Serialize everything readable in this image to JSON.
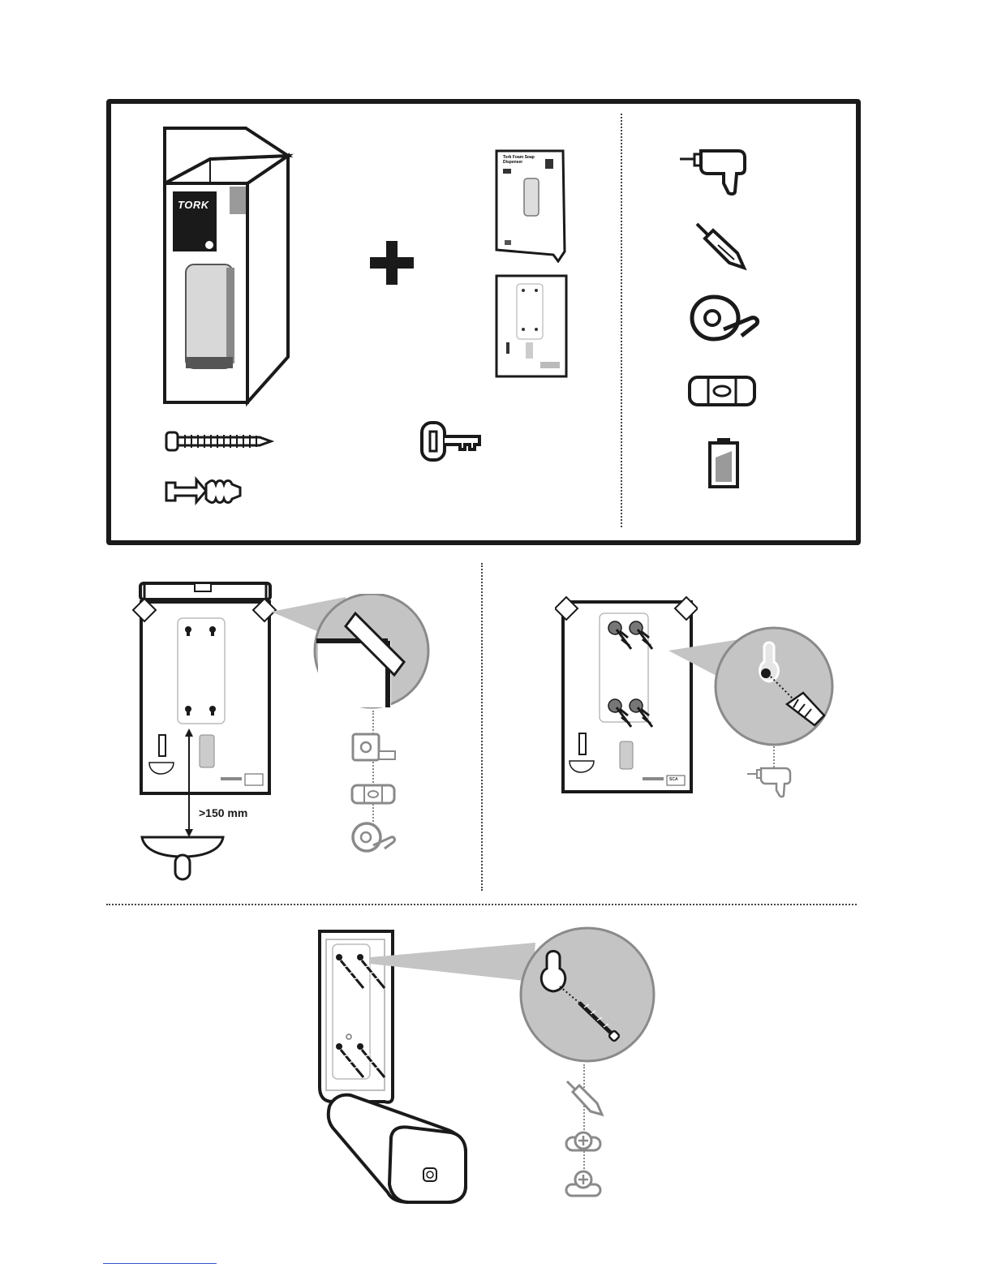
{
  "box": {
    "brand_label": "TORK"
  },
  "manual": {
    "title_line1": "Tork Foam Soap",
    "title_line2": "Dispenser"
  },
  "step1": {
    "clearance_label": ">150 mm"
  },
  "template": {
    "brand_label": "SCA"
  },
  "colors": {
    "ink": "#1a1a1a",
    "grey_fill": "#c4c4c4",
    "mid_grey": "#8a8a8a",
    "light_grey": "#e6e6e6",
    "link_blue": "#3355cc"
  },
  "icons": [
    "screw-icon",
    "wall-plug-icon",
    "key-icon",
    "drill-icon",
    "screwdriver-icon",
    "tape-icon",
    "spirit-level-icon",
    "battery-icon",
    "tape-measure-icon"
  ]
}
